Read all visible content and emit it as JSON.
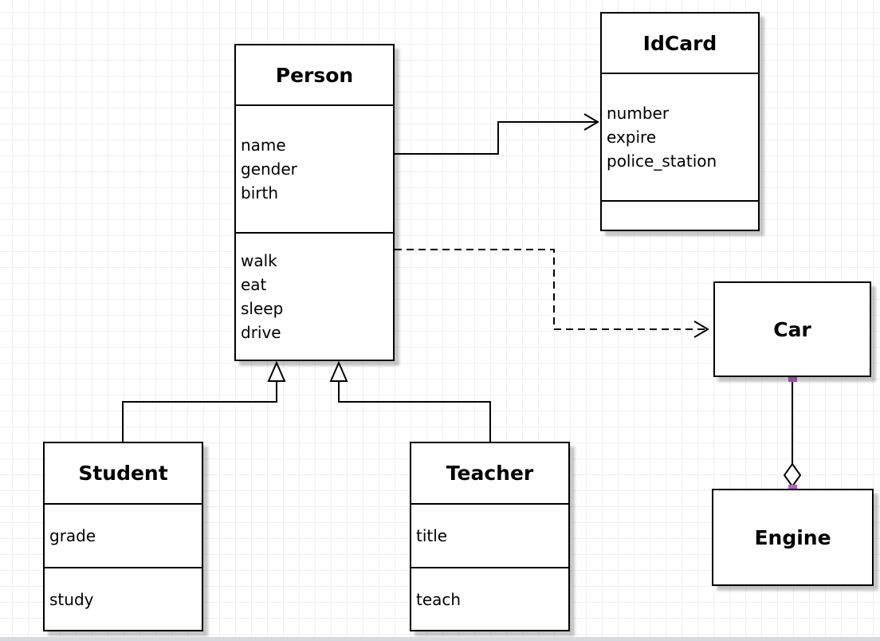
{
  "diagram": {
    "classes": {
      "person": {
        "name": "Person",
        "attributes": [
          "name",
          "gender",
          "birth"
        ],
        "methods": [
          "walk",
          "eat",
          "sleep",
          "drive"
        ]
      },
      "idcard": {
        "name": "IdCard",
        "attributes": [
          "number",
          "expire",
          "police_station"
        ],
        "methods": []
      },
      "car": {
        "name": "Car"
      },
      "engine": {
        "name": "Engine"
      },
      "student": {
        "name": "Student",
        "attributes": [
          "grade"
        ],
        "methods": [
          "study"
        ]
      },
      "teacher": {
        "name": "Teacher",
        "attributes": [
          "title"
        ],
        "methods": [
          "teach"
        ]
      }
    },
    "relations": [
      {
        "type": "association",
        "from": "Person",
        "to": "IdCard",
        "line": "solid",
        "arrow": "open"
      },
      {
        "type": "dependency",
        "from": "Person",
        "to": "Car",
        "line": "dashed",
        "arrow": "open"
      },
      {
        "type": "generalization",
        "from": "Student",
        "to": "Person",
        "line": "solid",
        "arrow": "hollow-triangle"
      },
      {
        "type": "generalization",
        "from": "Teacher",
        "to": "Person",
        "line": "solid",
        "arrow": "hollow-triangle"
      },
      {
        "type": "aggregation",
        "from": "Car",
        "to": "Engine",
        "line": "solid",
        "arrow": "hollow-diamond"
      }
    ],
    "colors": {
      "box_border": "#000000",
      "box_fill": "#ffffff",
      "connector": "#000000",
      "handle": "#b564bd",
      "grid_line": "#f0f0f2",
      "canvas_bg": "#ffffff",
      "bottom_edge": "#d6d9dd"
    }
  }
}
